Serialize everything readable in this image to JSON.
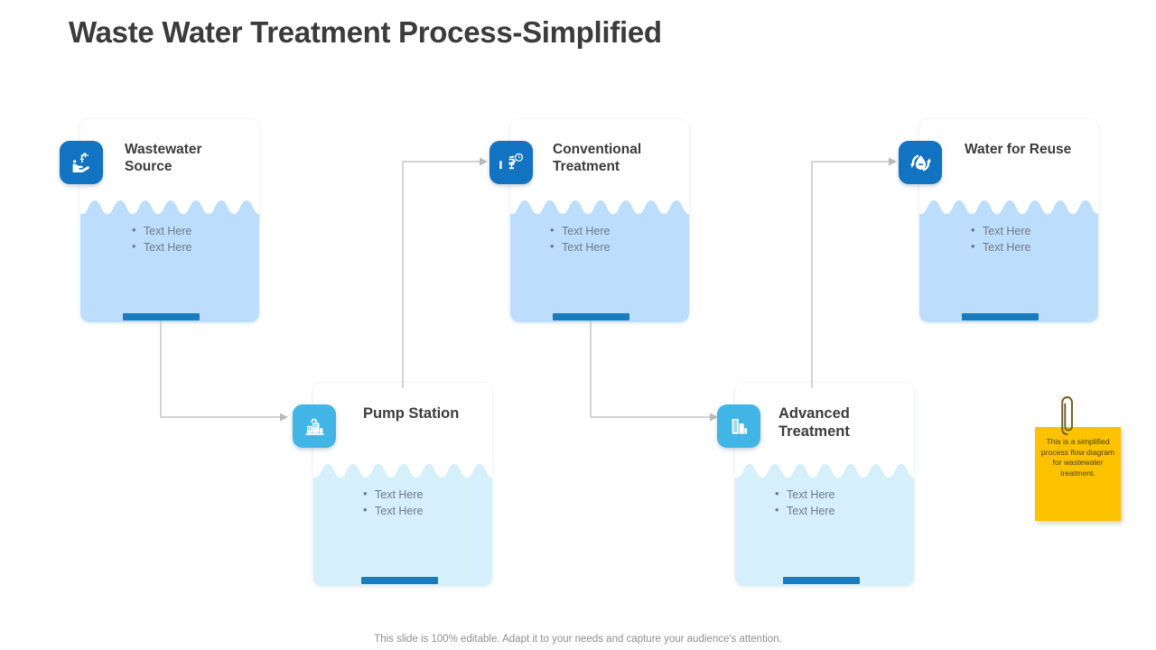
{
  "slide": {
    "title": "Waste Water Treatment Process-Simplified",
    "footer": "This slide is 100% editable. Adapt it to your needs and capture your audience's attention."
  },
  "colors": {
    "title_text": "#3b3b3b",
    "icon_dark_blue": "#1173c1",
    "icon_light_blue": "#41b6e6",
    "water_top_row": "#bcdefc",
    "water_bottom_row": "#d5f0fa",
    "bottom_bar": "#1a7bbd",
    "body_text": "#6d7985",
    "connector_line": "#b9b9b9",
    "sticky_note": "#fcc200",
    "footer_text": "#8f8f8f"
  },
  "cards": [
    {
      "id": "wastewater-source",
      "title": "Wastewater Source",
      "icon": "faucet-hand-icon",
      "icon_style": "dark",
      "water_style": "top",
      "bullets": [
        "Text Here",
        "Text Here"
      ]
    },
    {
      "id": "conventional-treatment",
      "title": "Conventional Treatment",
      "icon": "faucet-gauge-icon",
      "icon_style": "dark",
      "water_style": "top",
      "bullets": [
        "Text Here",
        "Text Here"
      ]
    },
    {
      "id": "water-for-reuse",
      "title": "Water for Reuse",
      "icon": "water-recycle-icon",
      "icon_style": "dark",
      "water_style": "top",
      "bullets": [
        "Text Here",
        "Text Here"
      ]
    },
    {
      "id": "pump-station",
      "title": "Pump Station",
      "icon": "pump-tanks-icon",
      "icon_style": "light",
      "water_style": "bottom",
      "bullets": [
        "Text Here",
        "Text Here"
      ]
    },
    {
      "id": "advanced-treatment",
      "title": "Advanced Treatment",
      "icon": "treatment-tower-icon",
      "icon_style": "light",
      "water_style": "bottom",
      "bullets": [
        "Text Here",
        "Text Here"
      ]
    }
  ],
  "sticky_note": {
    "text": "This is a simplified process flow diagram for wastewater treatment.",
    "clip": "paperclip-icon"
  }
}
